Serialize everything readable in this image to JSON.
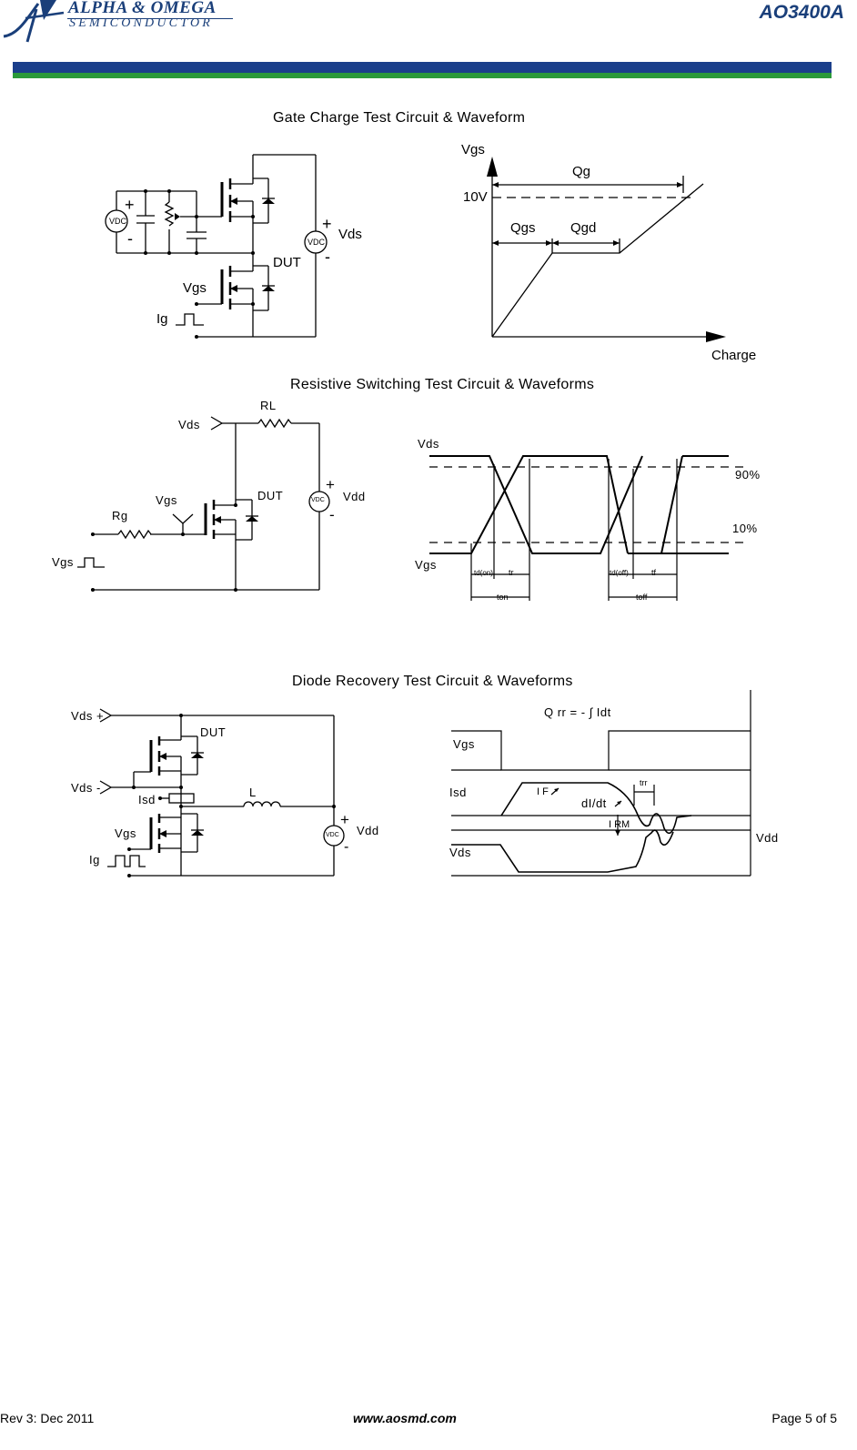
{
  "header": {
    "company_line1": "ALPHA & OMEGA",
    "company_line2": "SEMICONDUCTOR",
    "part_number": "AO3400A",
    "brand_blue": "#1b3f8b",
    "brand_green": "#2b9a3a"
  },
  "gate_charge": {
    "title": "Gate Charge Test Circuit & Waveform",
    "vdc_left": "VDC",
    "plus": "+",
    "minus": "-",
    "vdc_right": "VDC",
    "vds": "Vds",
    "dut": "DUT",
    "vgs": "Vgs",
    "ig": "Ig",
    "wave_vgs": "Vgs",
    "wave_qg": "Qg",
    "wave_10v": "10V",
    "wave_qgs": "Qgs",
    "wave_qgd": "Qgd",
    "wave_charge": "Charge"
  },
  "resistive": {
    "title": "Resistive Switching Test Circuit & Waveforms",
    "rl": "RL",
    "vds": "Vds",
    "vgs_top": "Vgs",
    "dut": "DUT",
    "vdc": "VDC",
    "vdd": "Vdd",
    "plus": "+",
    "minus": "-",
    "rg": "Rg",
    "vgs_in": "Vgs",
    "wave_vds": "Vds",
    "wave_vgs": "Vgs",
    "p90": "90%",
    "p10": "10%",
    "td_on": "td(on)",
    "tr": "tr",
    "td_off": "td(off)",
    "tf": "tf",
    "ton": "ton",
    "toff": "toff"
  },
  "diode": {
    "title": "Diode Recovery Test Circuit & Waveforms",
    "vds_plus": "Vds +",
    "vds_minus": "Vds -",
    "dut": "DUT",
    "isd": "Isd",
    "l": "L",
    "vgs": "Vgs",
    "ig": "Ig",
    "vdc": "VDC",
    "vdd": "Vdd",
    "plus": "+",
    "minus": "-",
    "qrr": "Q rr = - ∫ Idt",
    "wave_vgs": "Vgs",
    "wave_isd": "Isd",
    "wave_if": "I F",
    "wave_didt": "dI/dt",
    "wave_trr": "trr",
    "wave_irm": "I RM",
    "wave_vds": "Vds",
    "wave_vdd": "Vdd"
  },
  "footer": {
    "rev": "Rev 3: Dec 2011",
    "url": "www.aosmd.com",
    "page": "Page 5 of 5"
  }
}
